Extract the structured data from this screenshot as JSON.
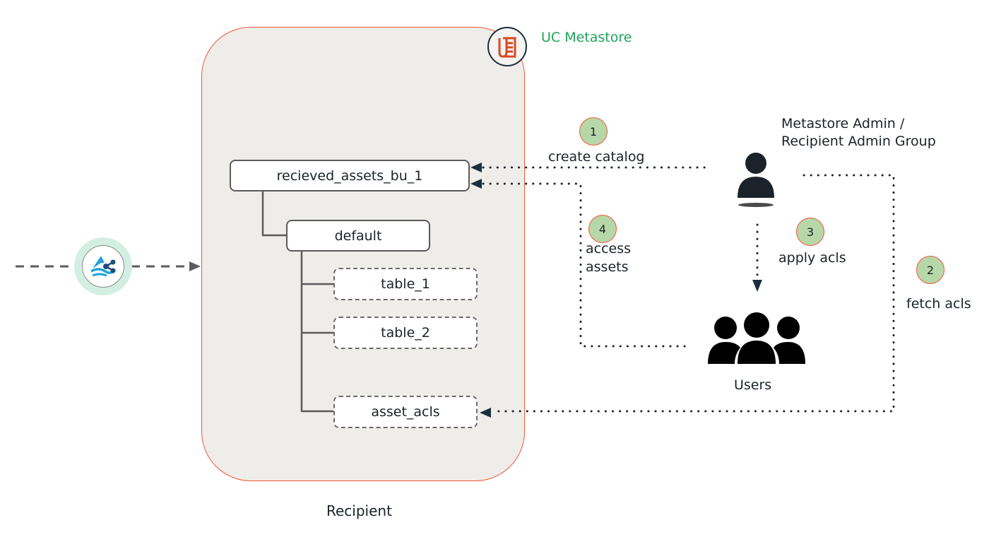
{
  "metastore": {
    "label": "UC Metastore",
    "icon": "unity-catalog-icon"
  },
  "recipient": {
    "label": "Recipient"
  },
  "source": {
    "icon": "delta-sharing-icon"
  },
  "tree": {
    "catalog": "recieved_assets_bu_1",
    "schema": "default",
    "tables": [
      "table_1",
      "table_2",
      "asset_acls"
    ]
  },
  "actors": {
    "admin": {
      "label_line1": "Metastore Admin /",
      "label_line2": "Recipient Admin Group",
      "icon": "user-icon"
    },
    "users": {
      "label": "Users",
      "icon": "users-group-icon"
    }
  },
  "steps": [
    {
      "number": "1",
      "label": "create catalog"
    },
    {
      "number": "2",
      "label": "fetch acls"
    },
    {
      "number": "3",
      "label": "apply acls"
    },
    {
      "number": "4",
      "label_line1": "access",
      "label_line2": "assets"
    }
  ],
  "colors": {
    "panel_fill": "#eeedea",
    "panel_border": "#f0583a",
    "badge_fill": "#b6d7a8",
    "metastore_text": "#1ea35a",
    "arrow_head": "#1b2e3c"
  }
}
